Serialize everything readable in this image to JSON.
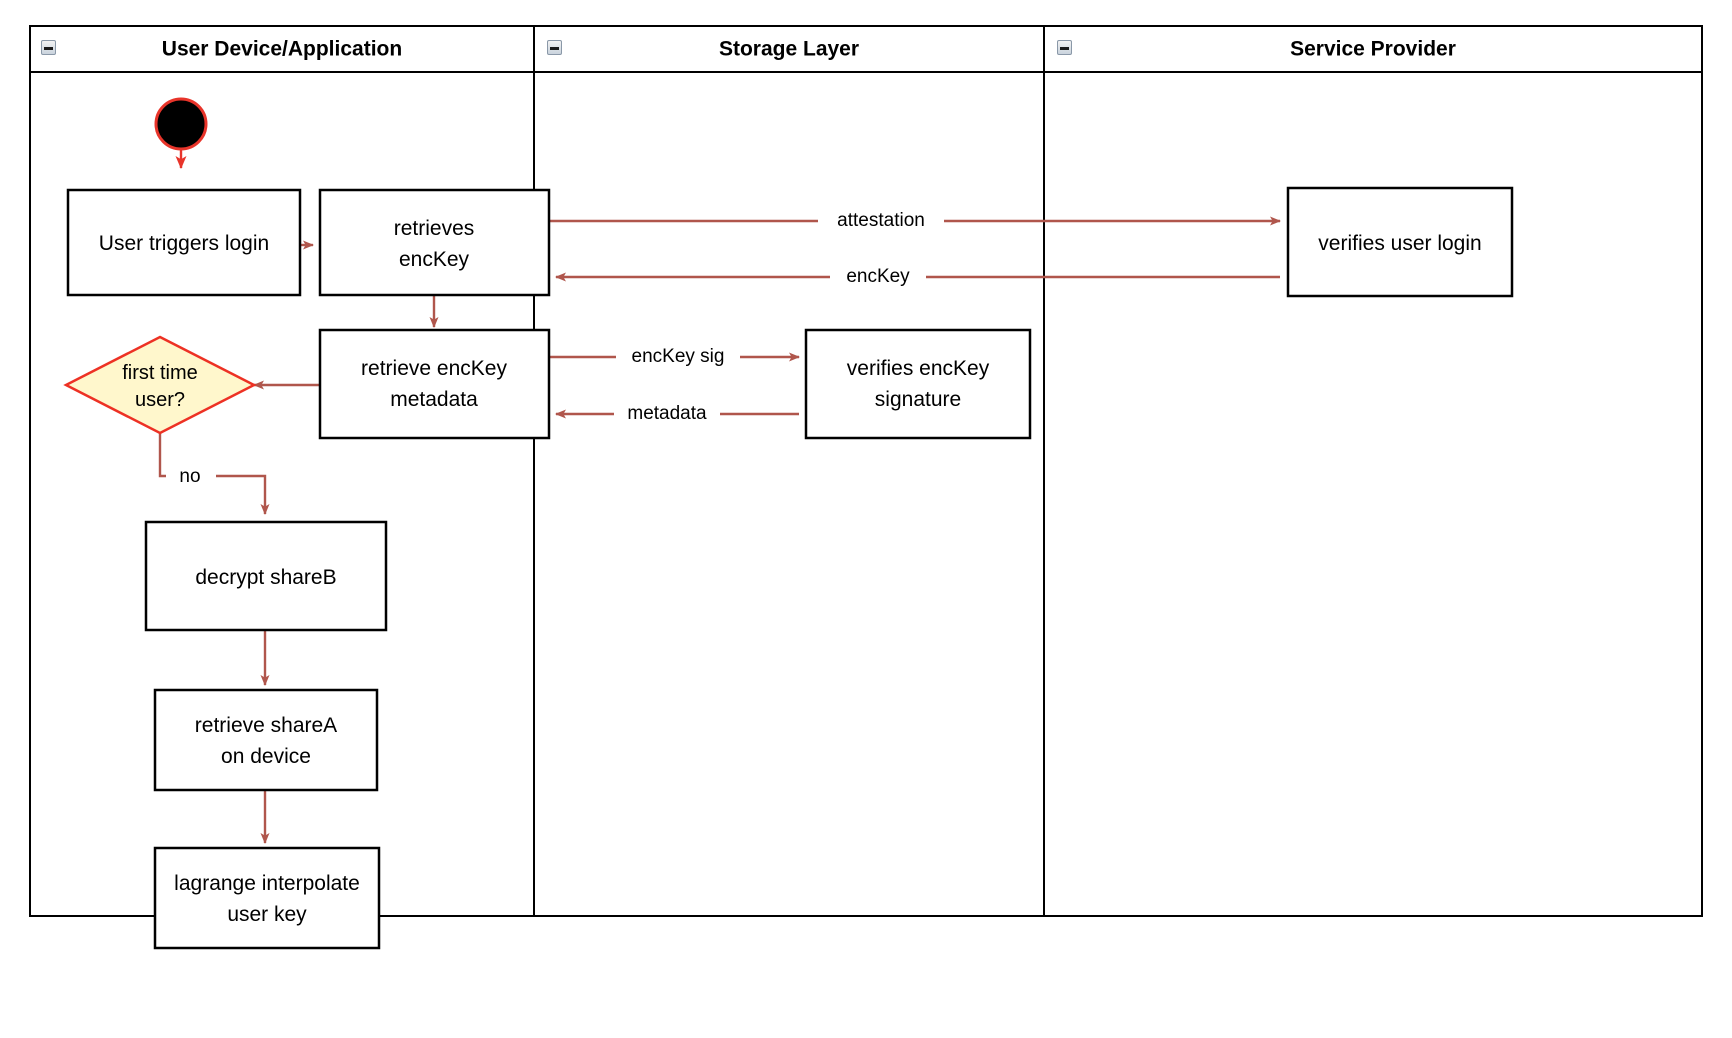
{
  "diagram": {
    "title": "User login key-recovery swimlane activity diagram",
    "colors": {
      "edge": "#b0564c",
      "start_edge": "#e8342a",
      "decision_fill": "#fff7cc",
      "decision_stroke": "#ed3124",
      "node_stroke": "#000000",
      "lane_border": "#000000",
      "background": "#ffffff"
    }
  },
  "lanes": [
    {
      "id": "user-device",
      "label": "User Device/Application",
      "collapse_icon": "minus-box-icon"
    },
    {
      "id": "storage-layer",
      "label": "Storage Layer",
      "collapse_icon": "minus-box-icon"
    },
    {
      "id": "service-provider",
      "label": "Service Provider",
      "collapse_icon": "minus-box-icon"
    }
  ],
  "nodes": [
    {
      "id": "start",
      "type": "start-node",
      "label": "",
      "lane": "user-device"
    },
    {
      "id": "user-triggers-login",
      "type": "activity",
      "lane": "user-device",
      "lines": [
        "User triggers login"
      ]
    },
    {
      "id": "retrieves-enckey",
      "type": "activity",
      "lane": "user-device",
      "lines": [
        "retrieves",
        "encKey"
      ]
    },
    {
      "id": "retrieve-enckey-metadata",
      "type": "activity",
      "lane": "user-device",
      "lines": [
        "retrieve encKey",
        "metadata"
      ]
    },
    {
      "id": "first-time-user",
      "type": "decision",
      "lane": "user-device",
      "lines": [
        "first time",
        "user?"
      ]
    },
    {
      "id": "decrypt-shareb",
      "type": "activity",
      "lane": "user-device",
      "lines": [
        "decrypt shareB"
      ]
    },
    {
      "id": "retrieve-sharea-on-device",
      "type": "activity",
      "lane": "user-device",
      "lines": [
        "retrieve shareA",
        "on device"
      ]
    },
    {
      "id": "lagrange-interpolate-user-key",
      "type": "activity",
      "lane": "user-device",
      "lines": [
        "lagrange interpolate",
        "user key"
      ]
    },
    {
      "id": "verifies-enckey-signature",
      "type": "activity",
      "lane": "storage-layer",
      "lines": [
        "verifies encKey",
        "signature"
      ]
    },
    {
      "id": "verifies-user-login",
      "type": "activity",
      "lane": "service-provider",
      "lines": [
        "verifies user login"
      ]
    }
  ],
  "edges": [
    {
      "id": "start-to-login",
      "from": "start",
      "to": "user-triggers-login",
      "label": ""
    },
    {
      "id": "login-to-retrieves",
      "from": "user-triggers-login",
      "to": "retrieves-enckey",
      "label": ""
    },
    {
      "id": "attestation",
      "from": "retrieves-enckey",
      "to": "verifies-user-login",
      "label": "attestation"
    },
    {
      "id": "enckey-back",
      "from": "verifies-user-login",
      "to": "retrieves-enckey",
      "label": "encKey"
    },
    {
      "id": "retrieves-to-metadata",
      "from": "retrieves-enckey",
      "to": "retrieve-enckey-metadata",
      "label": ""
    },
    {
      "id": "enckey-sig",
      "from": "retrieve-enckey-metadata",
      "to": "verifies-enckey-signature",
      "label": "encKey sig"
    },
    {
      "id": "metadata-back",
      "from": "verifies-enckey-signature",
      "to": "retrieve-enckey-metadata",
      "label": "metadata"
    },
    {
      "id": "metadata-to-decision",
      "from": "retrieve-enckey-metadata",
      "to": "first-time-user",
      "label": ""
    },
    {
      "id": "decision-no",
      "from": "first-time-user",
      "to": "decrypt-shareb",
      "label": "no"
    },
    {
      "id": "shareb-to-sharea",
      "from": "decrypt-shareb",
      "to": "retrieve-sharea-on-device",
      "label": ""
    },
    {
      "id": "sharea-to-lagrange",
      "from": "retrieve-sharea-on-device",
      "to": "lagrange-interpolate-user-key",
      "label": ""
    }
  ]
}
